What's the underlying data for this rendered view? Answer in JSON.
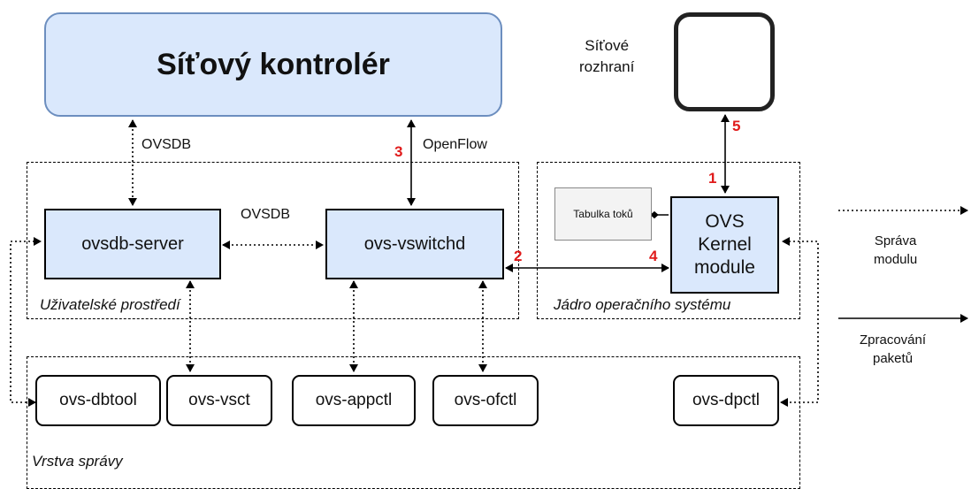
{
  "controller": {
    "title": "Síťový kontrolér"
  },
  "network_interface": {
    "label_line1": "Síťové",
    "label_line2": "rozhraní",
    "icon": "ethernet-port-icon"
  },
  "regions": {
    "user_space": "Uživatelské prostředí",
    "kernel": "Jádro operačního systému",
    "management": "Vrstva správy"
  },
  "components": {
    "ovsdb_server": "ovsdb-server",
    "ovs_vswitchd": "ovs-vswitchd",
    "kernel_module": [
      "OVS",
      "Kernel",
      "module"
    ],
    "flow_table": "Tabulka toků"
  },
  "tools": [
    "ovs-dbtool",
    "ovs-vsct",
    "ovs-appctl",
    "ovs-ofctl",
    "ovs-dpctl"
  ],
  "protocols": {
    "ovsdb_top": "OVSDB",
    "openflow": "OpenFlow",
    "ovsdb_mid": "OVSDB"
  },
  "step_numbers": {
    "s1": "1",
    "s2": "2",
    "s3": "3",
    "s4": "4",
    "s5": "5"
  },
  "legend": {
    "management_line1": "Správa",
    "management_line2": "modulu",
    "processing_line1": "Zpracování",
    "processing_line2": "paketů"
  },
  "colors": {
    "component_fill": "#dae8fc",
    "controller_border": "#6c8ebf",
    "step_number": "#e01b1b"
  }
}
